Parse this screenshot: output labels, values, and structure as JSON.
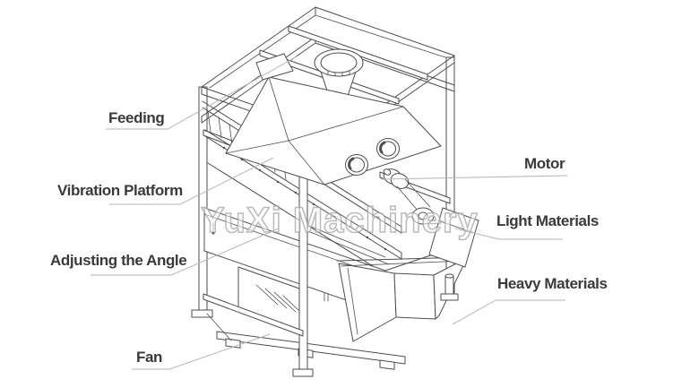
{
  "watermark_text": "YuXi Machinery",
  "labels": {
    "feeding": "Feeding",
    "vibration_platform": "Vibration Platform",
    "adjusting_angle": "Adjusting the Angle",
    "fan": "Fan",
    "motor": "Motor",
    "light_materials": "Light Materials",
    "heavy_materials": "Heavy Materials"
  },
  "colors": {
    "background": "#ffffff",
    "machine_line": "#4d4d4d",
    "leader_line": "#b5b5b5",
    "label_text": "#3a3a3a",
    "watermark_fill": "#ffffff",
    "watermark_stroke": "#9e9e9e"
  }
}
